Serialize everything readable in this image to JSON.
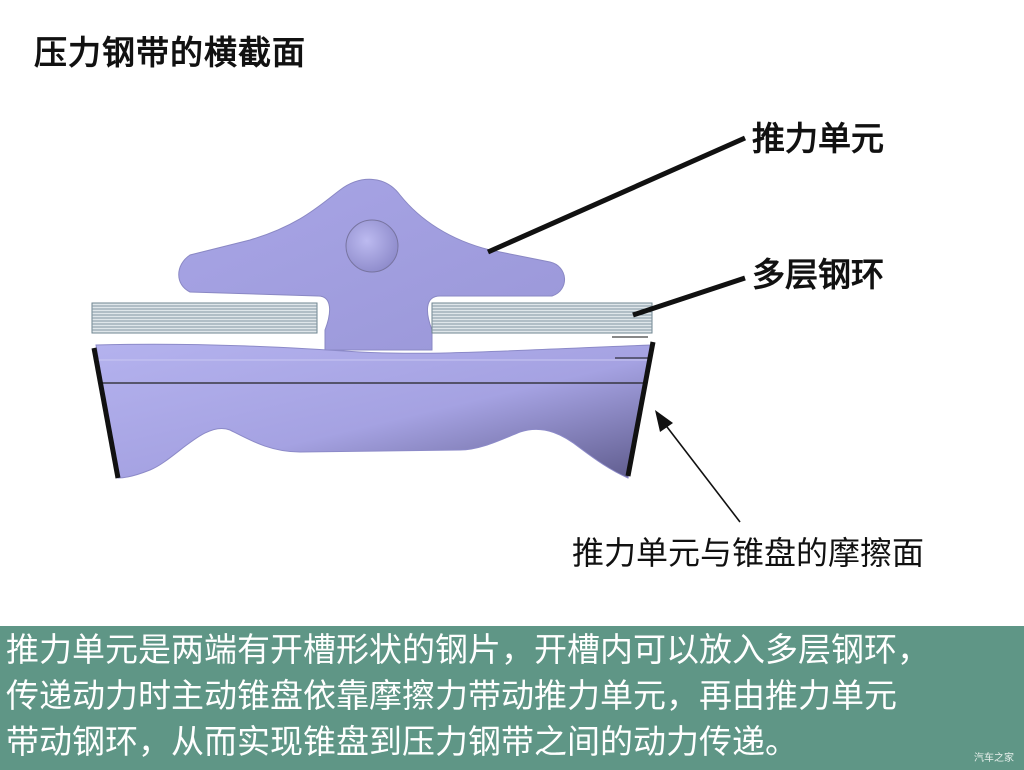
{
  "title": "压力钢带的横截面",
  "labels": {
    "thrust_unit": "推力单元",
    "multilayer_rings": "多层钢环",
    "friction_surface": "推力单元与锥盘的摩擦面"
  },
  "caption": {
    "line1": "推力单元是两端有开槽形状的钢片，开槽内可以放入多层钢环，",
    "line2": "传递动力时主动锥盘依靠摩擦力带动推力单元，再由推力单元",
    "line3": "带动钢环，从而实现锥盘到压力钢带之间的动力传递。"
  },
  "watermark": "汽车之家",
  "colors": {
    "element_fill": "#a9a6e6",
    "element_shadow": "#5e5b8c",
    "ring_stroke": "#8a9aa6",
    "caption_bg": "#5f9686"
  }
}
